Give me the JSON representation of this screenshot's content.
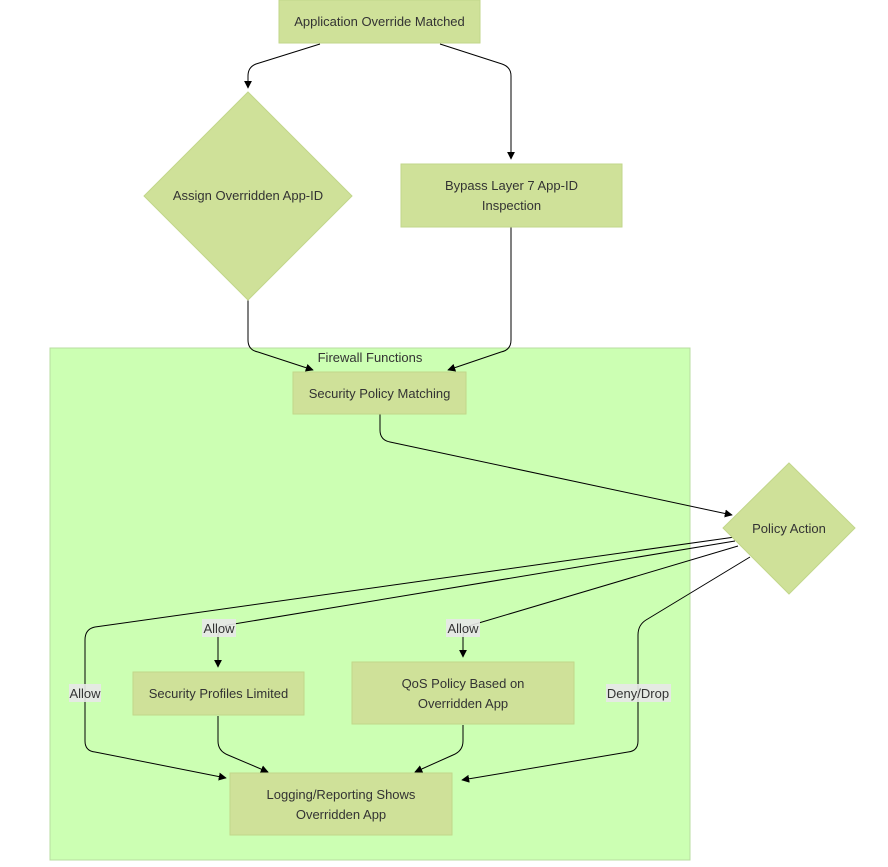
{
  "cluster": {
    "title": "Firewall Functions"
  },
  "nodes": {
    "app_override_matched": {
      "lines": [
        "Application Override Matched"
      ]
    },
    "assign_app_id": {
      "lines": [
        "Assign Overridden App-ID"
      ]
    },
    "bypass_l7": {
      "lines": [
        "Bypass Layer 7 App-ID",
        "Inspection"
      ]
    },
    "security_policy_matching": {
      "lines": [
        "Security Policy Matching"
      ]
    },
    "policy_action": {
      "lines": [
        "Policy Action"
      ]
    },
    "security_profiles_limited": {
      "lines": [
        "Security Profiles Limited"
      ]
    },
    "qos_policy": {
      "lines": [
        "QoS Policy Based on",
        "Overridden App"
      ]
    },
    "logging_reporting": {
      "lines": [
        "Logging/Reporting Shows",
        "Overridden App"
      ]
    }
  },
  "edge_labels": {
    "allow_profiles": "Allow",
    "allow_qos": "Allow",
    "allow_logging": "Allow",
    "deny_drop": "Deny/Drop"
  },
  "colors": {
    "cluster_fill": "#ccffb3",
    "node_fill": "#cfe199",
    "edge_stroke": "#000000",
    "edge_label_bg": "#e8e8e8"
  }
}
